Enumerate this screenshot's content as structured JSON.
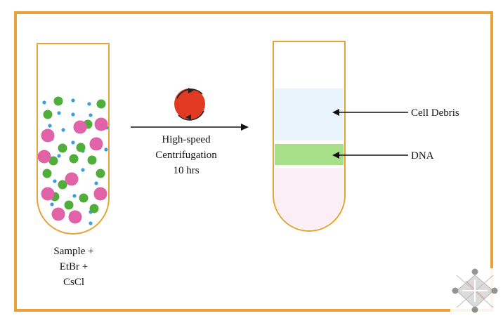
{
  "centrifugation": {
    "line1": "High-speed",
    "line2": "Centrifugation",
    "line3": "10 hrs"
  },
  "sample": {
    "line1": "Sample +",
    "line2": "EtBr +",
    "line3": "CsCl"
  },
  "layers": {
    "cell_debris": "Cell Debris",
    "dna": "DNA"
  },
  "colors": {
    "frame": "#e8a23a",
    "tube_outline": "#e8a23a",
    "large_particle": "#e063a8",
    "medium_particle": "#4fad3a",
    "small_particle": "#3d9be0",
    "cell_debris_layer": "#eaf4fc",
    "dna_layer": "#a8e08a",
    "bottom_layer": "#fbeef5",
    "rotor": "#e03b22"
  },
  "icons": {
    "rotor": "centrifuge-rotor-icon",
    "corner_logo": "watermark-logo-icon"
  }
}
